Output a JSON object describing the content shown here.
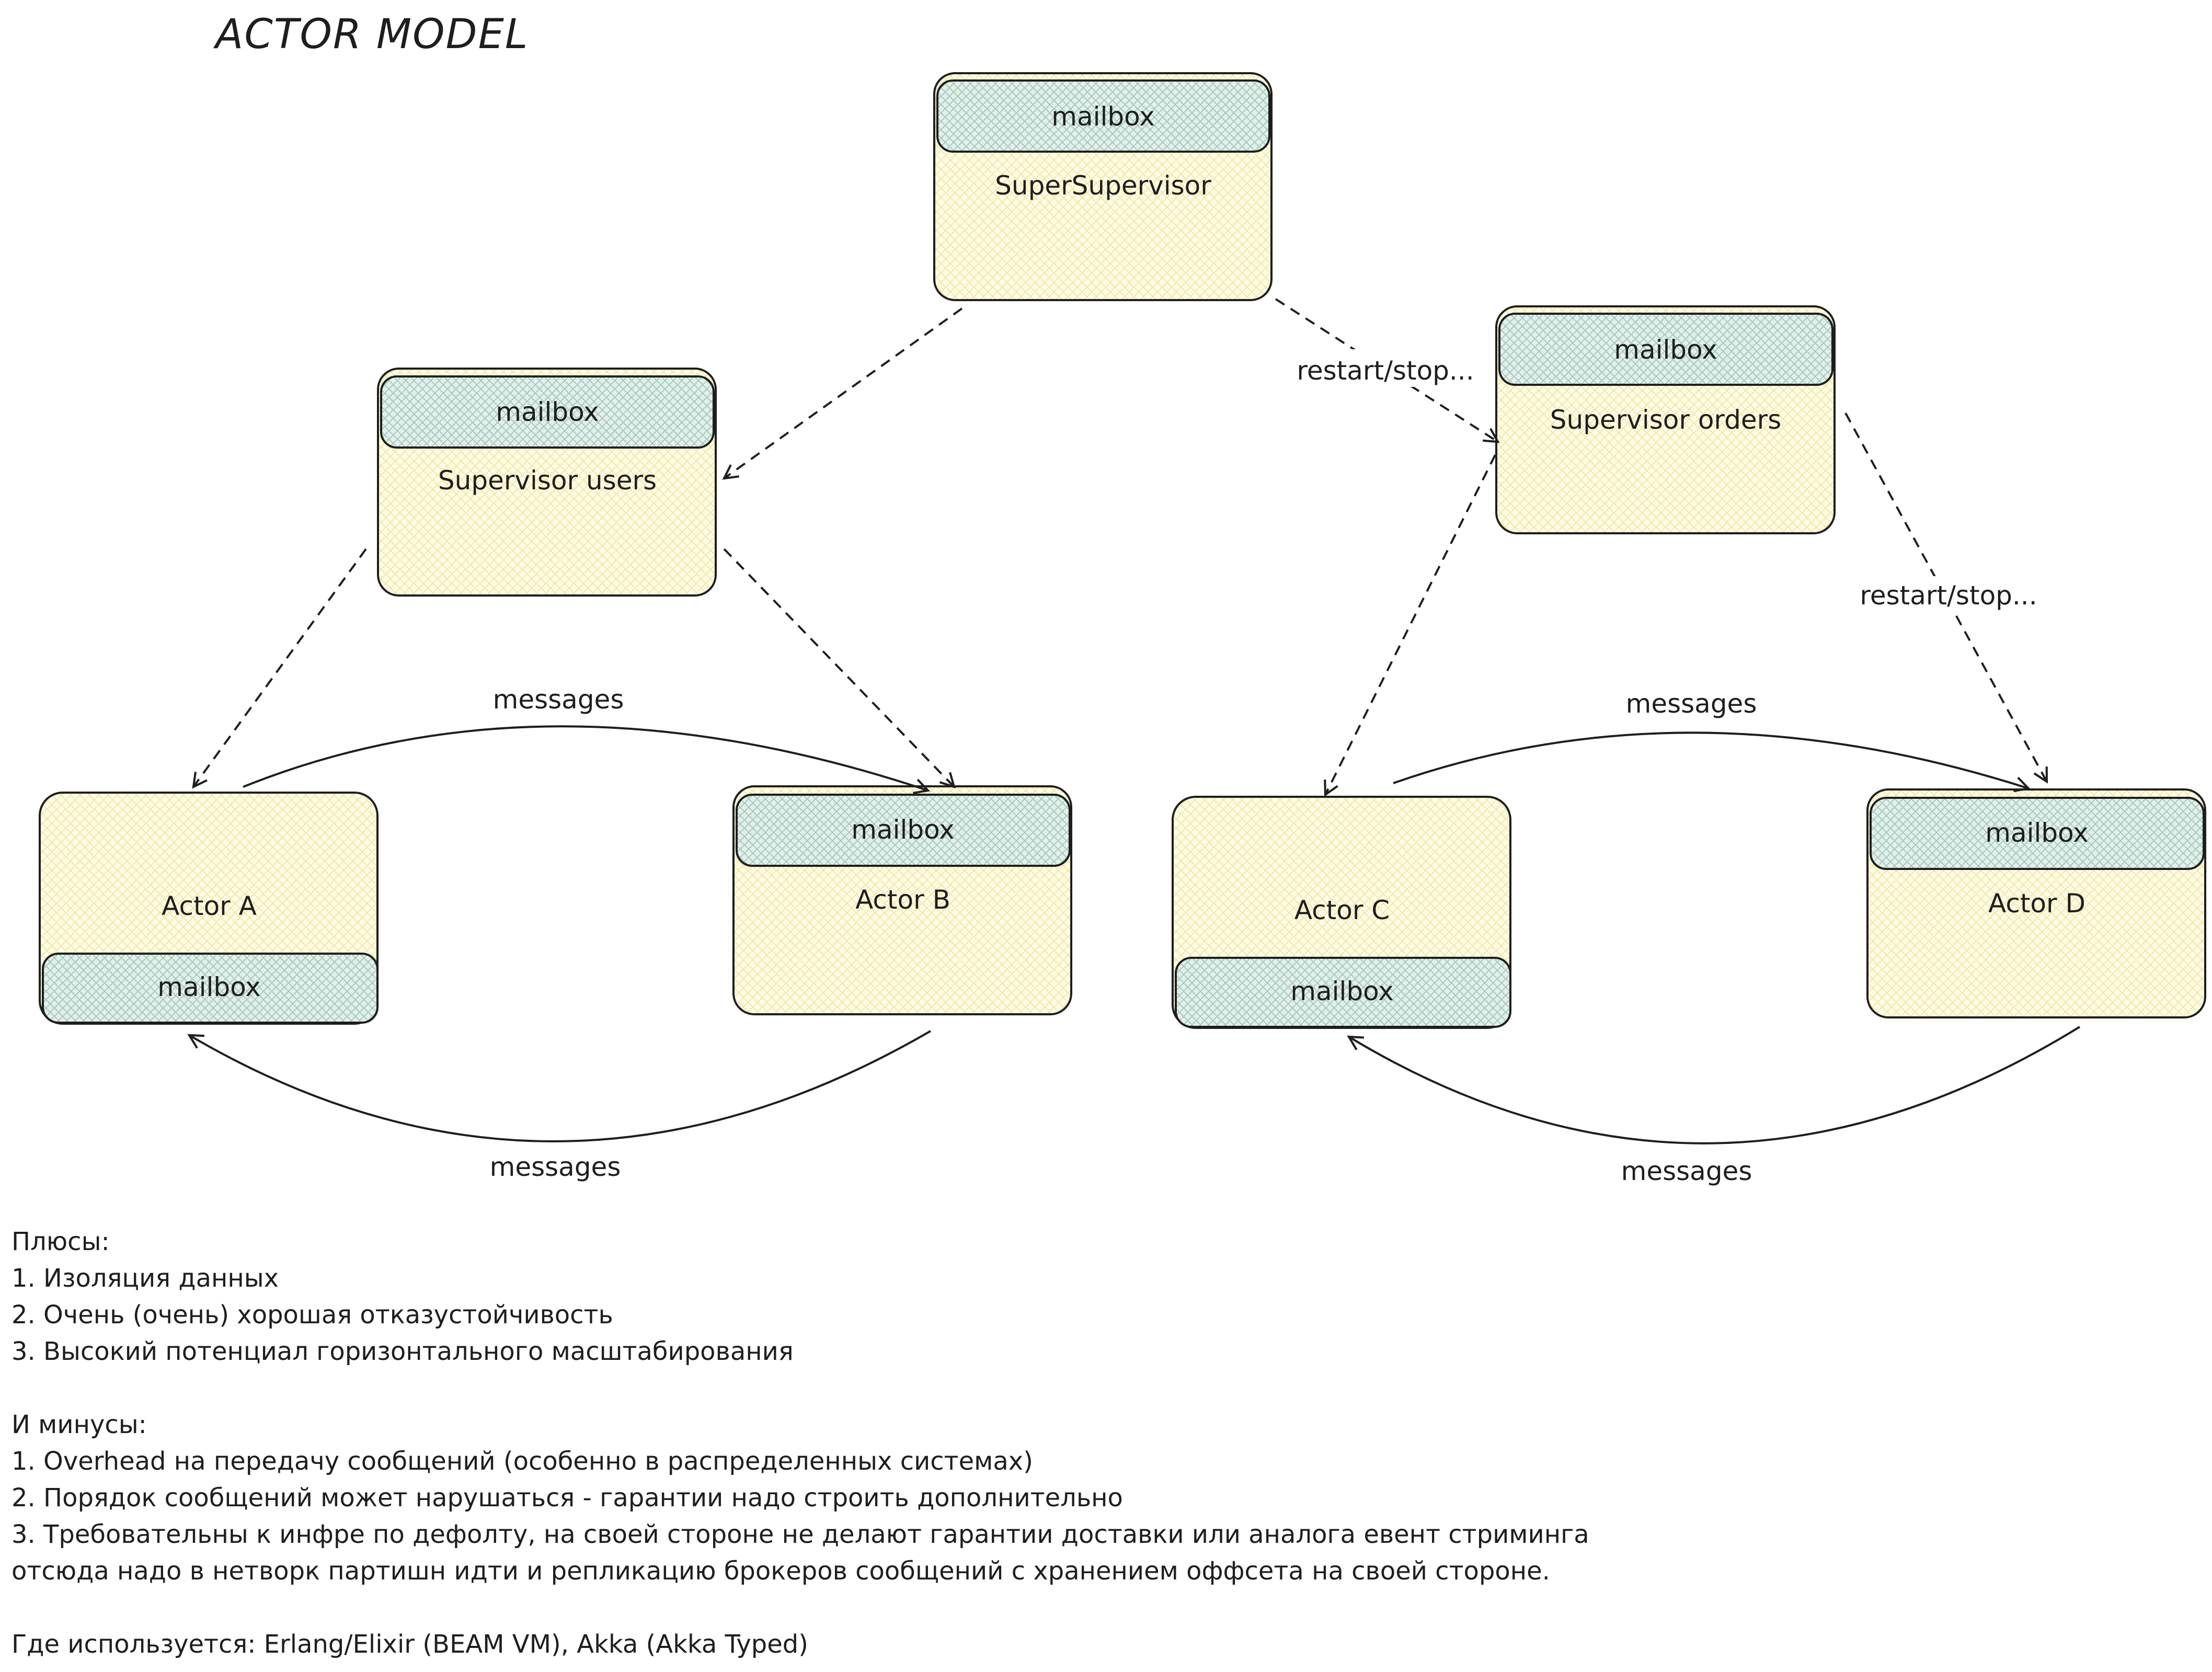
{
  "title": "ACTOR MODEL",
  "labels": {
    "mailbox": "mailbox",
    "messages": "messages",
    "restart_stop": "restart/stop..."
  },
  "nodes": {
    "super_supervisor": "SuperSupervisor",
    "supervisor_users": "Supervisor users",
    "supervisor_orders": "Supervisor orders",
    "actor_a": "Actor A",
    "actor_b": "Actor B",
    "actor_c": "Actor C",
    "actor_d": "Actor D"
  },
  "notes": {
    "pros_heading": "Плюсы:",
    "pros": [
      "1. Изоляция данных",
      "2. Очень (очень) хорошая отказустойчивость",
      "3. Высокий потенциал горизонтального масштабирования"
    ],
    "cons_heading": "И минусы:",
    "cons": [
      "1. Overhead на передачу сообщений (особенно в распределенных системах)",
      "2. Порядок сообщений может нарушаться - гарантии надо строить дополнительно",
      "3. Требовательны к инфре по дефолту, на своей стороне не делают гарантии доставки или аналога евент стриминга",
      "отсюда надо в нетворк партишн идти и репликацию брокеров сообщений с хранением оффсета на своей стороне."
    ],
    "usage": "Где используется: Erlang/Elixir (BEAM VM), Akka (Akka Typed)"
  },
  "colors": {
    "box_fill": "#fdfbe6",
    "box_hatch": "#f0e59a",
    "mailbox_fill": "#e4efe9",
    "mailbox_hatch": "#9fc9bc",
    "stroke": "#1e1e1e"
  }
}
